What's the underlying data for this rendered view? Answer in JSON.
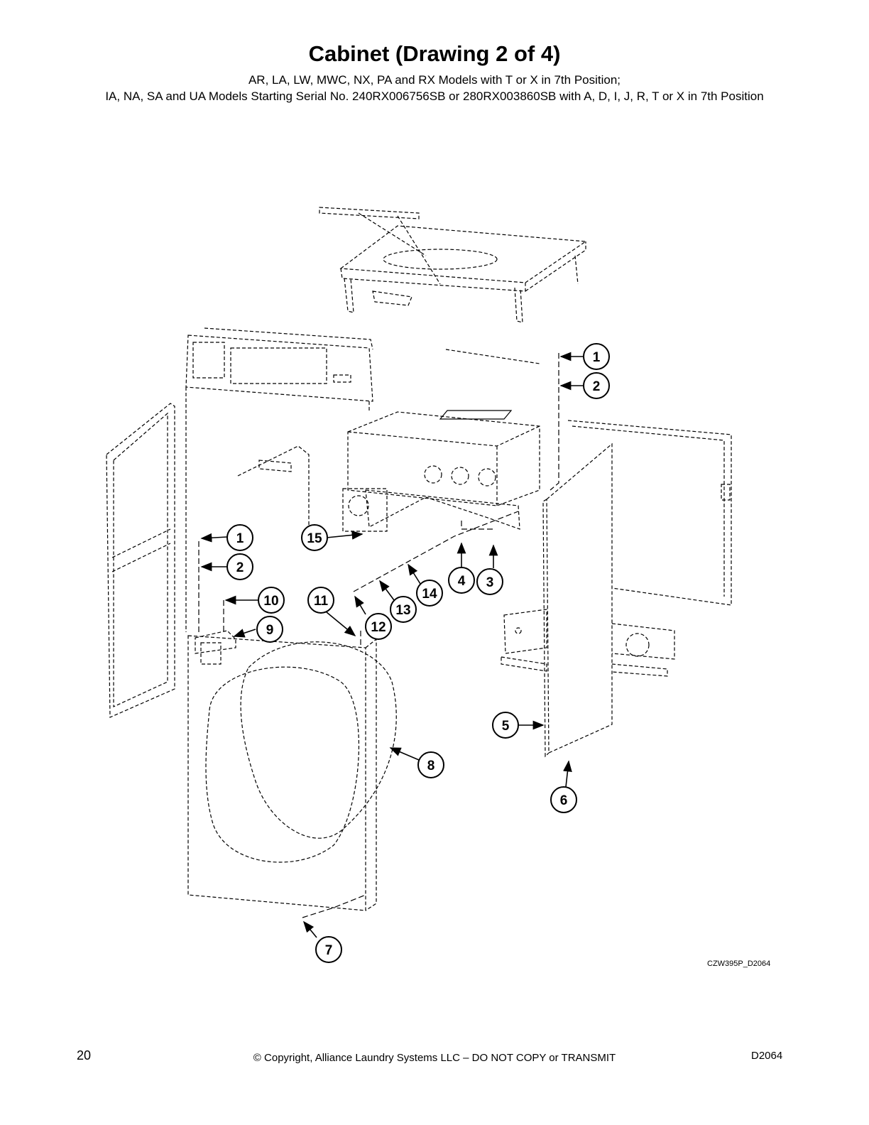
{
  "header": {
    "title": "Cabinet (Drawing 2 of 4)",
    "subtitle_line1": "AR, LA, LW, MWC, NX, PA and RX Models with T or X in 7th Position;",
    "subtitle_line2": "IA, NA, SA and UA Models Starting Serial No. 240RX006756SB or 280RX003860SB with A, D, I, J, R, T or X in 7th Position"
  },
  "drawing": {
    "code": "CZW395P_D2064",
    "callouts": [
      "1",
      "2",
      "1",
      "2",
      "10",
      "9",
      "11",
      "12",
      "13",
      "14",
      "4",
      "3",
      "15",
      "5",
      "6",
      "8",
      "7"
    ]
  },
  "footer": {
    "page_number": "20",
    "copyright": "© Copyright, Alliance Laundry Systems LLC – DO NOT COPY or TRANSMIT",
    "doc_code": "D2064"
  }
}
